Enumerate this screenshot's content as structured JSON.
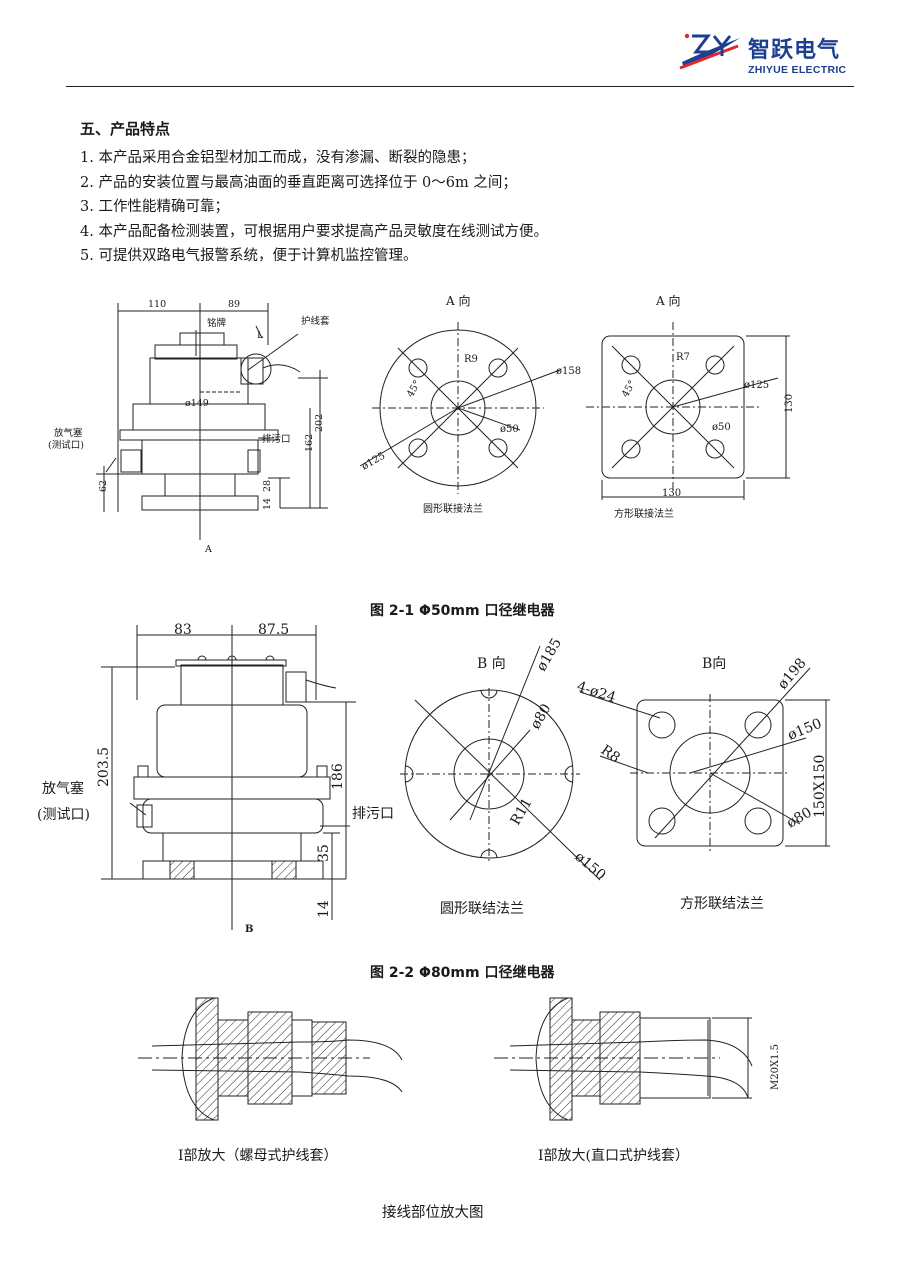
{
  "header": {
    "brand_cn": "智跃电气",
    "brand_en": "ZHIYUE ELECTRIC",
    "logo_letters": "ZY"
  },
  "section": {
    "title": "五、产品特点",
    "features": [
      "1. 本产品采用合金铝型材加工而成，没有渗漏、断裂的隐患；",
      "2. 产品的安装位置与最高油面的垂直距离可选择位于 0～6m 之间；",
      "3. 工作性能精确可靠；",
      "4. 本产品配备检测装置，可根据用户要求提高产品灵敏度在线测试方便。",
      "5. 可提供双路电气报警系统，便于计算机监控管理。"
    ]
  },
  "figure1": {
    "caption": "图 2-1  Φ50mm 口径继电器",
    "side": {
      "dim_left": "110",
      "dim_right": "89",
      "nameplate": "铭牌",
      "cable_sleeve": "护线套",
      "dim_l": "L",
      "dia": "ø149",
      "air_plug": "放气塞",
      "test_port": "(测试口)",
      "drain": "排污口",
      "h_total": "202",
      "h_mid": "162",
      "h_base": "28",
      "h_foot": "14",
      "h_left": "62",
      "view_mark": "A"
    },
    "round": {
      "view": "A 向",
      "r": "R9",
      "d_outer": "ø158",
      "angle": "45°",
      "d_inner": "ø50",
      "d_bolt": "ø125",
      "label": "圆形联接法兰"
    },
    "square": {
      "view": "A 向",
      "r": "R7",
      "d_bolt": "ø125",
      "angle": "45°",
      "d_inner": "ø50",
      "side_h": "130",
      "side_w": "130",
      "label": "方形联接法兰"
    }
  },
  "figure2": {
    "caption": "图 2-2  Φ80mm 口径继电器",
    "side": {
      "dim_left": "83",
      "dim_right": "87.5",
      "air_plug": "放气塞",
      "test_port": "(测试口)",
      "drain": "排污口",
      "h_total": "203.5",
      "h_mid": "186",
      "h_base": "35",
      "h_foot": "14",
      "view_mark": "B"
    },
    "round": {
      "view": "B 向",
      "d_outer": "ø185",
      "d_inner": "ø80",
      "r": "R11",
      "d_bolt": "ø150",
      "label": "圆形联结法兰"
    },
    "square": {
      "view": "B向",
      "holes": "4-ø24",
      "d_outer": "ø198",
      "d_bolt": "ø150",
      "r": "R8",
      "size": "150X150",
      "d_inner": "ø80",
      "label": "方形联结法兰"
    }
  },
  "detail": {
    "left_label": "I部放大（螺母式护线套）",
    "right_label": "I部放大(直口式护线套）",
    "thread": "M20X1.5"
  },
  "page_caption": "接线部位放大图"
}
